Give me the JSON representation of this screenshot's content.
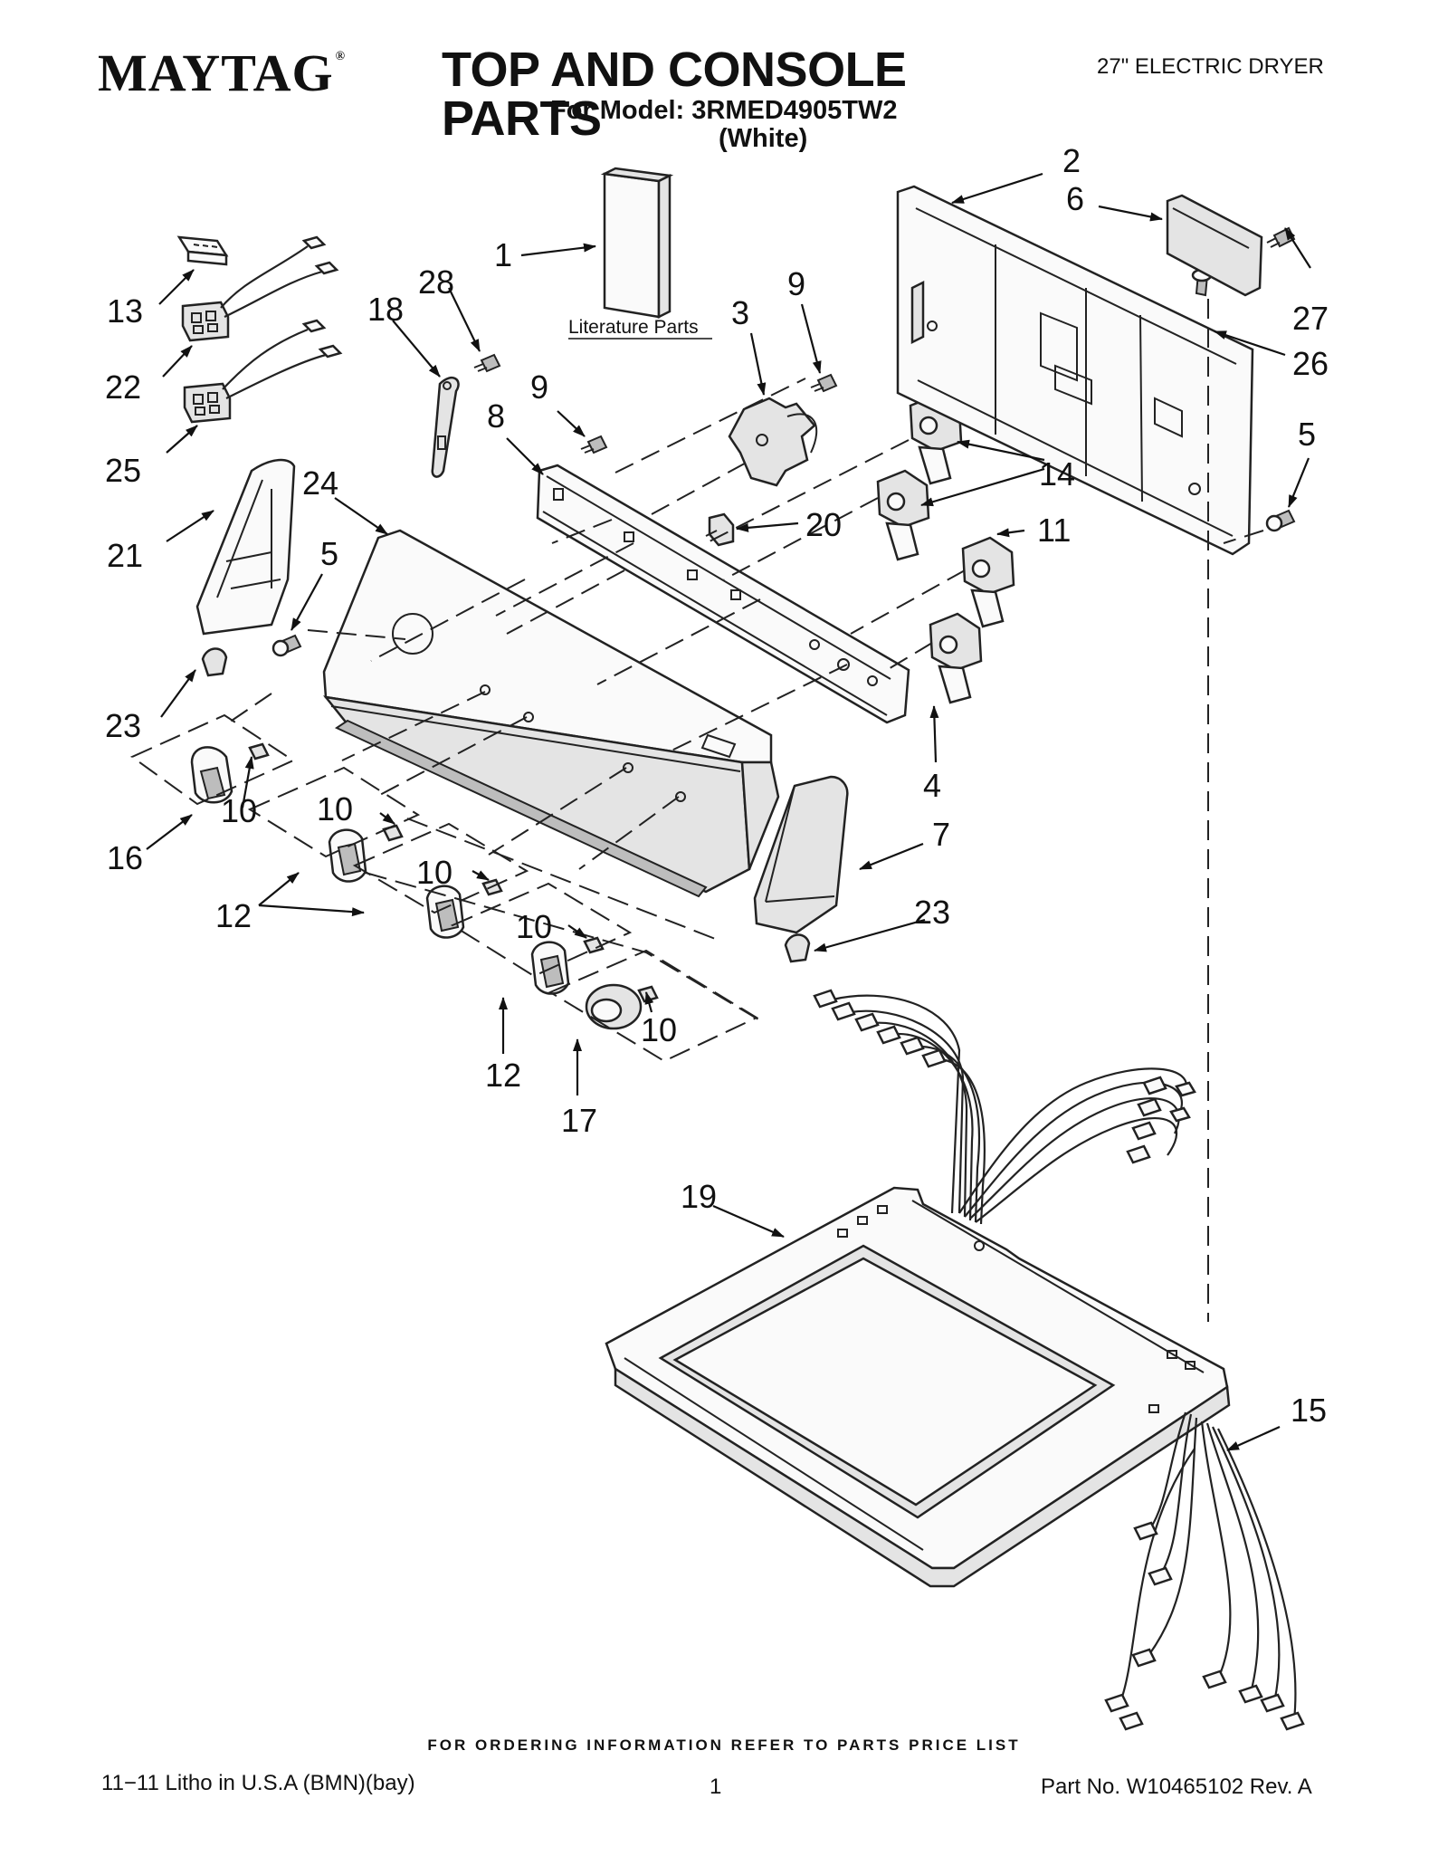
{
  "header": {
    "brand": "MAYTAG",
    "brand_mark": "®",
    "title": "TOP AND CONSOLE PARTS",
    "model_line": "For Model: 3RMED4905TW2",
    "color_line": "(White)",
    "product": "27\" ELECTRIC DRYER"
  },
  "diagram": {
    "literature_label": "Literature Parts",
    "callouts": {
      "c1": "1",
      "c2": "2",
      "c3": "3",
      "c4": "4",
      "c5a": "5",
      "c5b": "5",
      "c6": "6",
      "c7": "7",
      "c8": "8",
      "c9a": "9",
      "c9b": "9",
      "c10a": "10",
      "c10b": "10",
      "c10c": "10",
      "c10d": "10",
      "c10e": "10",
      "c11": "11",
      "c12a": "12",
      "c12b": "12",
      "c13": "13",
      "c14": "14",
      "c15": "15",
      "c16": "16",
      "c17": "17",
      "c18": "18",
      "c19": "19",
      "c20": "20",
      "c21": "21",
      "c22": "22",
      "c23a": "23",
      "c23b": "23",
      "c24": "24",
      "c25": "25",
      "c26": "26",
      "c27": "27",
      "c28": "28"
    }
  },
  "footer": {
    "order_note": "FOR ORDERING INFORMATION REFER TO PARTS PRICE LIST",
    "litho": "11−11 Litho in U.S.A (BMN)(bay)",
    "page": "1",
    "part_no": "Part No. W10465102 Rev. A"
  }
}
